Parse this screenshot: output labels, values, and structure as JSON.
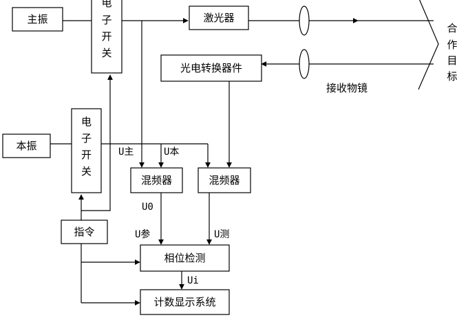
{
  "blocks": {
    "master_osc": "主振",
    "switch_top": [
      "电",
      "子",
      "开",
      "关"
    ],
    "laser": "激光器",
    "converter": "光电转换器件",
    "local_osc": "本振",
    "switch_mid": [
      "电",
      "子",
      "开",
      "关"
    ],
    "command": "指令",
    "mixer_left": "混频器",
    "mixer_right": "混频器",
    "phase_detector": "相位检测",
    "counter_display": "计数显示系统"
  },
  "labels": {
    "target": [
      "合",
      "作",
      "目",
      "标"
    ],
    "receiver_lens": "接收物镜",
    "u_main": "U主",
    "u_local": "U本",
    "u0": "U0",
    "u_ref": "U参",
    "u_measure": "U测",
    "ui": "Ui"
  }
}
